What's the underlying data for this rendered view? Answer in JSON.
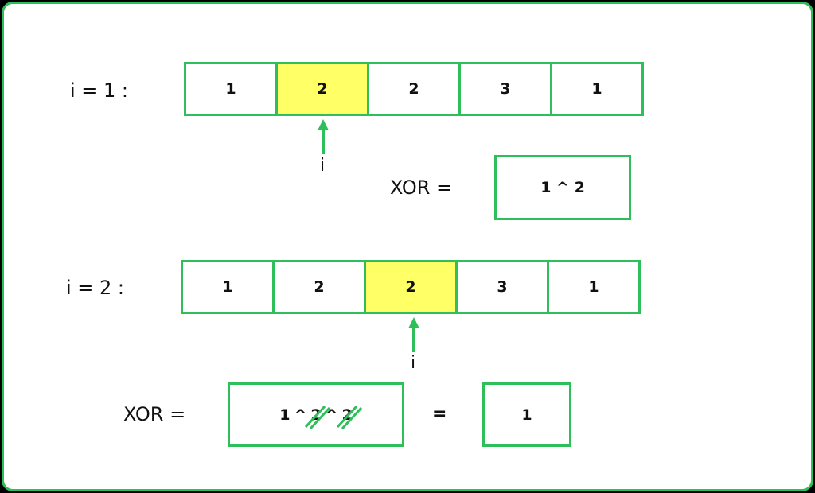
{
  "colors": {
    "accent": "#2fbf5a",
    "highlight": "#ffff66"
  },
  "step1": {
    "label": "i = 1 :",
    "cells": [
      "1",
      "2",
      "2",
      "3",
      "1"
    ],
    "highlight_index": 1,
    "pointer": "i",
    "xor_label": "XOR =",
    "xor_value": "1 ^ 2"
  },
  "step2": {
    "label": "i = 2 :",
    "cells": [
      "1",
      "2",
      "2",
      "3",
      "1"
    ],
    "highlight_index": 2,
    "pointer": "i",
    "xor_label": "XOR =",
    "expr": {
      "t1": "1",
      "op1": "^",
      "t2": "2",
      "op2": "^",
      "t3": "2"
    },
    "equals": "=",
    "result": "1"
  }
}
